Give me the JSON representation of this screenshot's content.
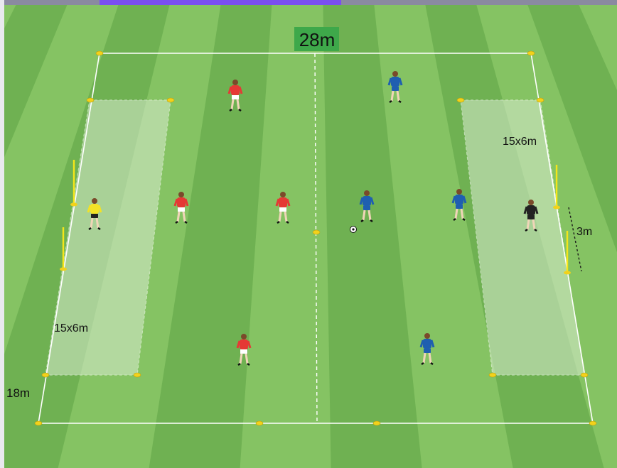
{
  "colors": {
    "top_bar": "#8a8aa0",
    "top_bar_accent": "#7a4ff0",
    "grass_light": "#8cc96a",
    "grass_dark": "#6fb152",
    "zone_fill": "#d9ecd0",
    "line": "#ffffff",
    "cone": "#f2d21b",
    "pole": "#f5e61a",
    "width_label_bg": "#3ea84a",
    "team_red": "#e53935",
    "team_blue": "#1f5fb0",
    "goalkeeper_yellow": "#f3e226",
    "goalkeeper_black": "#222222"
  },
  "labels": {
    "pitch_width": "28m",
    "pitch_length": "18m",
    "zone_left": "15x6m",
    "zone_right": "15x6m",
    "goal_width": "3m"
  },
  "players": [
    {
      "team": "red",
      "role": "player"
    },
    {
      "team": "red",
      "role": "player"
    },
    {
      "team": "red",
      "role": "player"
    },
    {
      "team": "red",
      "role": "player"
    },
    {
      "team": "blue",
      "role": "player"
    },
    {
      "team": "blue",
      "role": "player"
    },
    {
      "team": "blue",
      "role": "player"
    },
    {
      "team": "blue",
      "role": "player"
    },
    {
      "team": "yellow",
      "role": "goalkeeper"
    },
    {
      "team": "black",
      "role": "goalkeeper"
    }
  ],
  "equipment": {
    "ball": "soccer-ball",
    "cones": "cone-marker",
    "goal_poles": "pole-marker"
  }
}
